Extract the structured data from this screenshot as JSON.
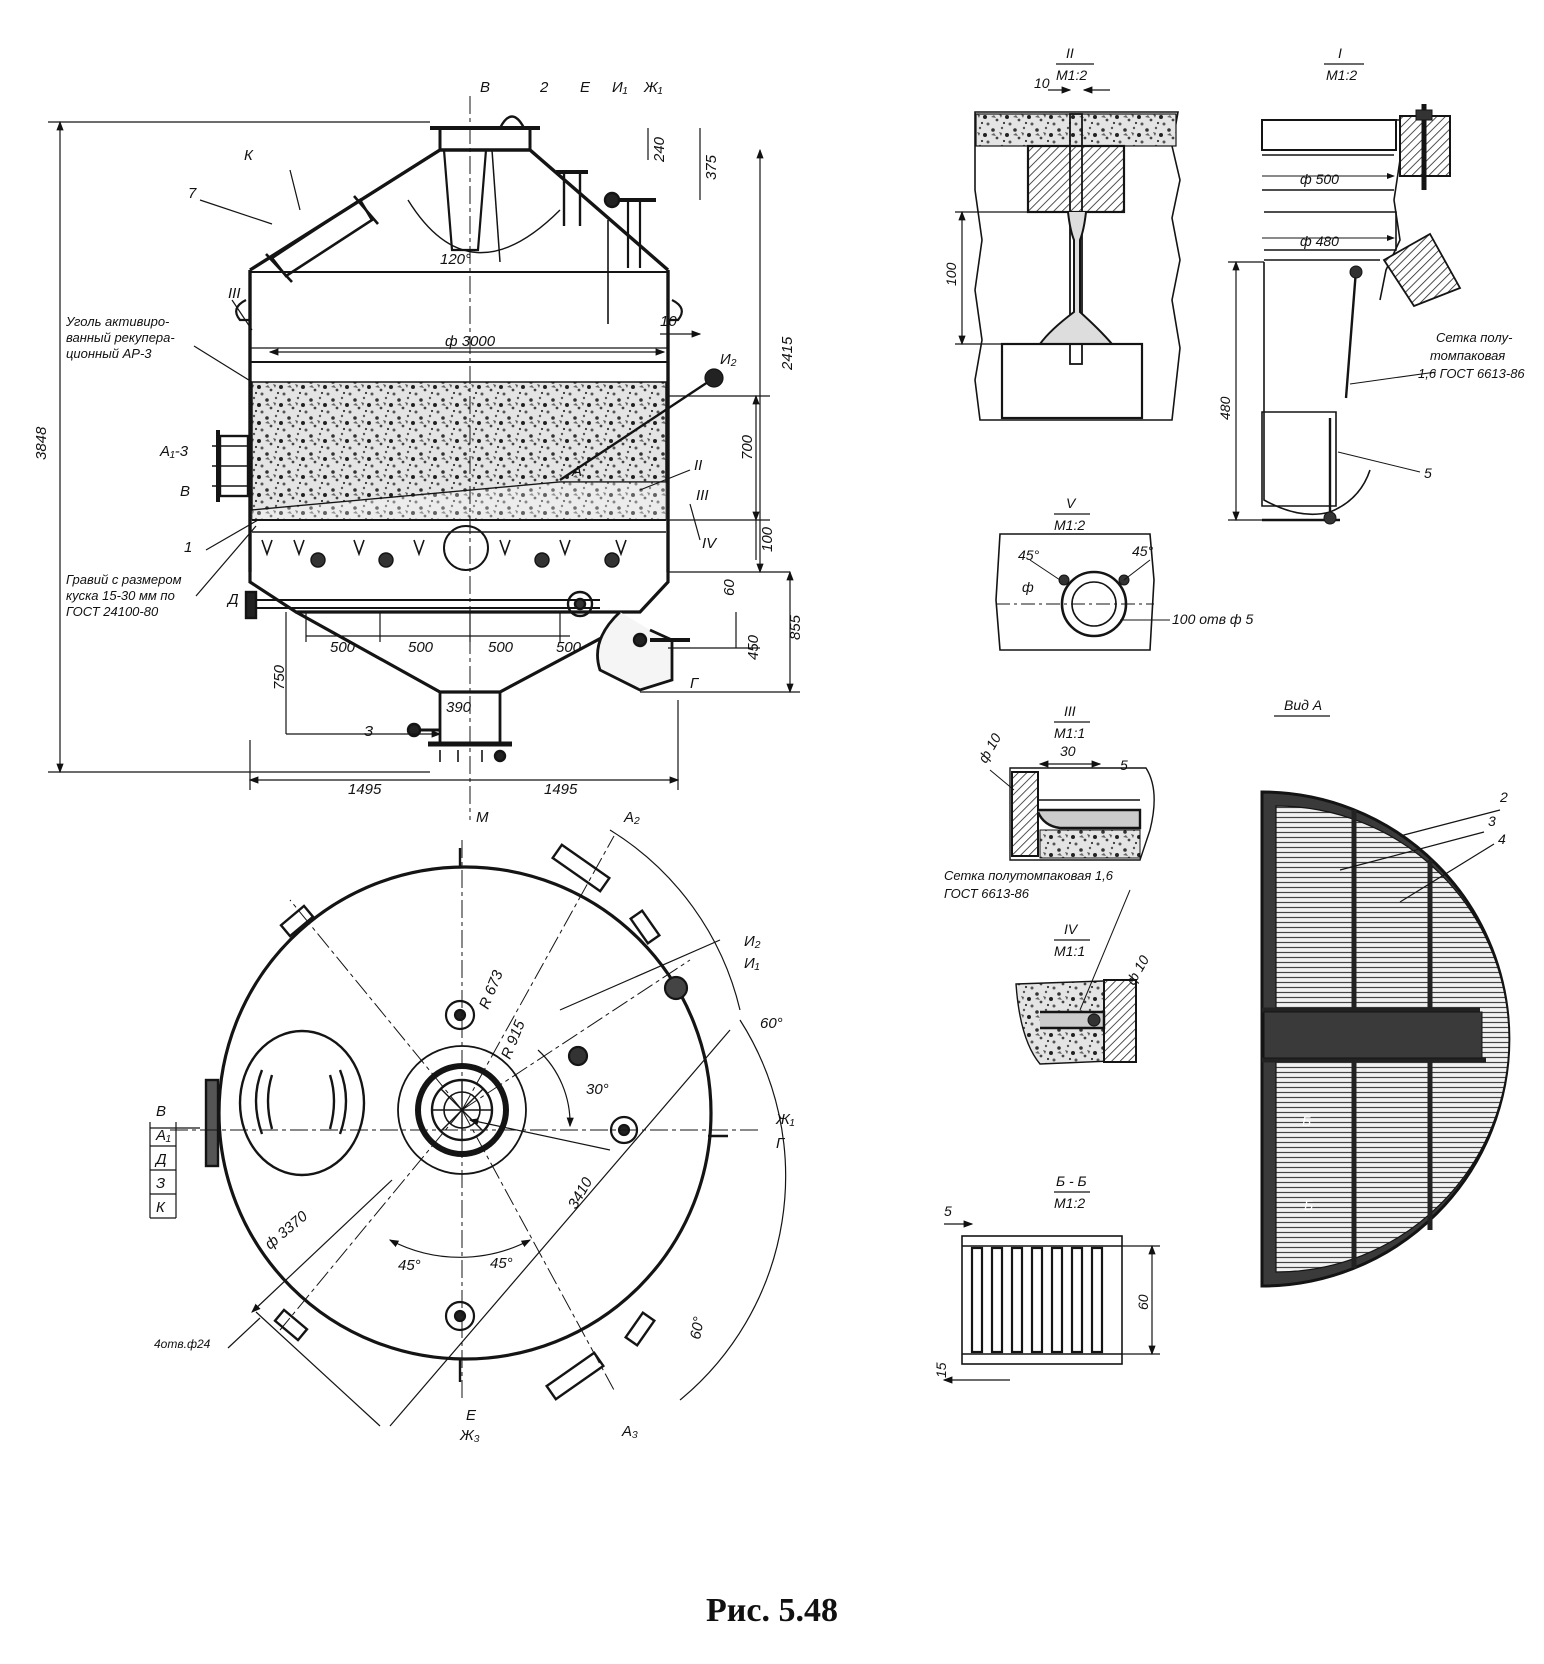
{
  "caption": "Рис. 5.48",
  "colors": {
    "ink": "#141414",
    "fill_light": "#d6d6d6",
    "fill_dark": "#4a4a4a",
    "paper": "#ffffff"
  },
  "main": {
    "dims": {
      "d_shell": "ф 3000",
      "h_total": "3848",
      "h_body": "2415",
      "bed": "700",
      "d10": "10",
      "d240": "240",
      "d375": "375",
      "d100": "100",
      "d60": "60",
      "d855": "855",
      "d450": "450",
      "d750": "750",
      "d390": "390",
      "l1495": "1495",
      "r1495": "1495",
      "s500": "500",
      "angle": "120°"
    },
    "labels": {
      "coal": [
        "Уголь активиро-",
        "ванный рекупера-",
        "ционный АР-3"
      ],
      "gravel": [
        "Гравий с размером",
        "куска 15-30 мм по",
        "ГОСТ 24100-80"
      ],
      "v": "В",
      "e": "Е",
      "i1": "И₁",
      "zh1": "Ж₁",
      "k": "К",
      "i2": "И₂",
      "a13": "А₁-3",
      "d": "Д",
      "g": "Г",
      "z": "З",
      "m": "М",
      "n1": "1",
      "n7": "7",
      "n2": "2",
      "ii": "II",
      "iii": "III",
      "iv": "IV",
      "a": "А"
    }
  },
  "plan": {
    "dims": {
      "d3370": "ф 3370",
      "r673": "R 673",
      "r915": "R 915",
      "r3410": "3410",
      "a30": "30°",
      "a45a": "45°",
      "a45b": "45°",
      "a60a": "60°",
      "a60b": "60°",
      "holes": "4отв.ф24"
    },
    "labels": {
      "a2": "А₂",
      "a3": "А₃",
      "i2": "И₂",
      "i1box": "И₁",
      "zh1": "Ж₁",
      "g": "Г",
      "e": "Е",
      "zh3": "Ж₃",
      "stack": [
        "В",
        "А₁",
        "Д",
        "З",
        "К"
      ]
    }
  },
  "detail_ii": {
    "title": "II",
    "scale": "М1:2",
    "d10": "10",
    "d100": "100"
  },
  "detail_i": {
    "title": "I",
    "scale": "М1:2",
    "d500": "ф 500",
    "d480": "ф 480",
    "h480": "480",
    "mesh": [
      "Сетка полу-",
      "томпаковая",
      "1,6 ГОСТ 6613-86"
    ],
    "n5": "5"
  },
  "detail_v": {
    "title": "V",
    "scale": "М1:2",
    "a45a": "45°",
    "a45b": "45°",
    "phi": "ф",
    "holes": "100 отв ф 5"
  },
  "detail_iii": {
    "title": "III",
    "scale": "М1:1",
    "phi10": "ф 10",
    "d30": "30",
    "n5": "5",
    "mesh": [
      "Сетка полутомпаковая 1,6",
      "ГОСТ 6613-86"
    ]
  },
  "detail_iv": {
    "title": "IV",
    "scale": "М1:1",
    "phi10": "ф 10"
  },
  "section_bb": {
    "title": "Б - Б",
    "scale": "М1:2",
    "d5": "5",
    "d60": "60",
    "d15": "15"
  },
  "view_a": {
    "title": "Вид А",
    "n2": "2",
    "n3": "3",
    "n4": "4",
    "b1": "Б",
    "b2": "Б"
  }
}
